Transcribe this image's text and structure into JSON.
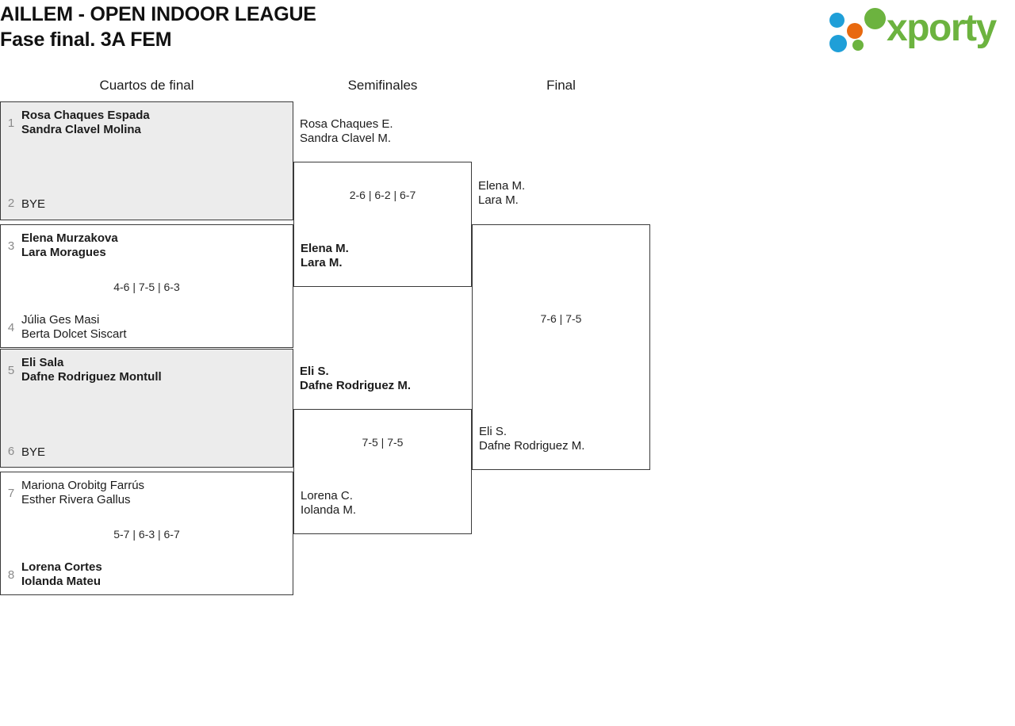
{
  "header": {
    "title_line1": "AILLEM - OPEN INDOOR LEAGUE",
    "title_line2": "Fase final. 3A FEM",
    "logo": {
      "word": "xporty",
      "colors": {
        "green": "#6cb33f",
        "orange": "#e8690f",
        "blue": "#1f9fd8"
      }
    }
  },
  "rounds": [
    {
      "label": "Cuartos de final"
    },
    {
      "label": "Semifinales"
    },
    {
      "label": "Final"
    }
  ],
  "quarterfinals": [
    {
      "shaded": true,
      "top": {
        "seed": "1",
        "players": [
          "Rosa Chaques Espada",
          "Sandra Clavel Molina"
        ],
        "winner": true
      },
      "bottom": {
        "seed": "2",
        "players": [
          "BYE"
        ],
        "winner": false,
        "is_bye": true
      },
      "score": ""
    },
    {
      "shaded": false,
      "top": {
        "seed": "3",
        "players": [
          "Elena Murzakova",
          "Lara Moragues"
        ],
        "winner": true
      },
      "bottom": {
        "seed": "4",
        "players": [
          "Júlia Ges Masi",
          "Berta Dolcet Siscart"
        ],
        "winner": false
      },
      "score": "4-6 | 7-5 | 6-3"
    },
    {
      "shaded": true,
      "top": {
        "seed": "5",
        "players": [
          "Eli Sala",
          "Dafne Rodriguez Montull"
        ],
        "winner": true
      },
      "bottom": {
        "seed": "6",
        "players": [
          "BYE"
        ],
        "winner": false,
        "is_bye": true
      },
      "score": ""
    },
    {
      "shaded": false,
      "top": {
        "seed": "7",
        "players": [
          "Mariona Orobitg Farrús",
          "Esther Rivera Gallus"
        ],
        "winner": false
      },
      "bottom": {
        "seed": "8",
        "players": [
          "Lorena Cortes",
          "Iolanda Mateu"
        ],
        "winner": true
      },
      "score": "5-7 | 6-3 | 6-7"
    }
  ],
  "semifinals": [
    {
      "top": {
        "players": [
          "Rosa Chaques E.",
          "Sandra Clavel M."
        ],
        "winner": false
      },
      "bottom": {
        "players": [
          "Elena M.",
          "Lara M."
        ],
        "winner": true
      },
      "score": "2-6 | 6-2 | 6-7"
    },
    {
      "top": {
        "players": [
          "Eli S.",
          "Dafne Rodriguez M."
        ],
        "winner": true
      },
      "bottom": {
        "players": [
          "Lorena C.",
          "Iolanda M."
        ],
        "winner": false
      },
      "score": "7-5 | 7-5"
    }
  ],
  "final": {
    "top": {
      "players": [
        "Elena M.",
        "Lara M."
      ],
      "winner": false
    },
    "bottom": {
      "players": [
        "Eli S.",
        "Dafne Rodriguez M."
      ],
      "winner": false
    },
    "score": "7-6 | 7-5"
  }
}
